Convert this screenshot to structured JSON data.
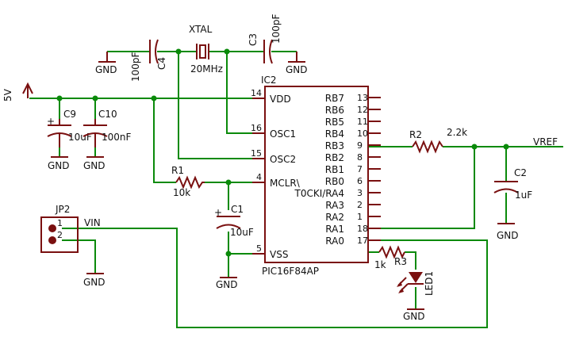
{
  "supply": {
    "label": "5V"
  },
  "crystal": {
    "name": "XTAL",
    "value": "20MHz"
  },
  "ic": {
    "name": "IC2",
    "part": "PIC16F84AP",
    "left_pins": [
      {
        "name": "VDD",
        "num": "14"
      },
      {
        "name": "OSC1",
        "num": "16"
      },
      {
        "name": "OSC2",
        "num": "15"
      },
      {
        "name": "MCLR\\",
        "num": "4"
      },
      {
        "name": "VSS",
        "num": "5"
      }
    ],
    "right_pins": [
      {
        "name": "RB7",
        "num": "13"
      },
      {
        "name": "RB6",
        "num": "12"
      },
      {
        "name": "RB5",
        "num": "11"
      },
      {
        "name": "RB4",
        "num": "10"
      },
      {
        "name": "RB3",
        "num": "9"
      },
      {
        "name": "RB2",
        "num": "8"
      },
      {
        "name": "RB1",
        "num": "7"
      },
      {
        "name": "RB0",
        "num": "6"
      },
      {
        "name": "T0CKI/RA4",
        "num": "3"
      },
      {
        "name": "RA3",
        "num": "2"
      },
      {
        "name": "RA2",
        "num": "1"
      },
      {
        "name": "RA1",
        "num": "18"
      },
      {
        "name": "RA0",
        "num": "17"
      }
    ]
  },
  "caps": {
    "c4": {
      "name": "C4",
      "value": "100pF"
    },
    "c3": {
      "name": "C3",
      "value": "100pF"
    },
    "c9": {
      "name": "C9",
      "value": "10uF"
    },
    "c10": {
      "name": "C10",
      "value": "100nF"
    },
    "c1": {
      "name": "C1",
      "value": "10uF"
    },
    "c2": {
      "name": "C2",
      "value": "1uF"
    }
  },
  "resistors": {
    "r1": {
      "name": "R1",
      "value": "10k"
    },
    "r2": {
      "name": "R2",
      "value": "2.2k"
    },
    "r3": {
      "name": "R3",
      "value": "1k"
    }
  },
  "led": {
    "name": "LED1"
  },
  "header": {
    "name": "JP2",
    "pin1": "1",
    "pin2": "2",
    "net": "VIN"
  },
  "vref": {
    "label": "VREF"
  },
  "gnd_label": "GND",
  "colors": {
    "wire": "#0a8a0a",
    "component": "#7a1010"
  }
}
